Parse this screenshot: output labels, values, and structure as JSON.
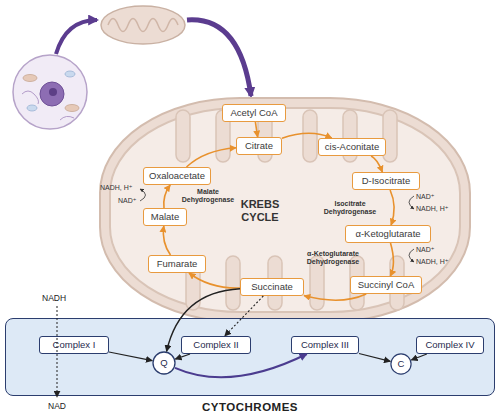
{
  "diagram": {
    "nodes": [
      {
        "text": [
          "KREBS CYCLE"
        ]
      },
      {
        "text": [
          "Acetyl CoA"
        ],
        "in": 0
      },
      {
        "text": [
          "Citrate"
        ],
        "in": 0
      },
      {
        "text": [
          "cis-Aconitate"
        ],
        "in": 0
      },
      {
        "text": [
          "D-Isocitrate"
        ],
        "in": 0
      },
      {
        "text": [
          "Oxaloacetate"
        ],
        "in": 0
      },
      {
        "text": [
          "Malate"
        ],
        "in": 0
      },
      {
        "text": [
          "α-Ketoglutarate"
        ],
        "in": 0
      },
      {
        "text": [
          "Fumarate"
        ],
        "in": 0
      },
      {
        "text": [
          "Succinyl CoA"
        ],
        "in": 0
      },
      {
        "text": [
          "Succinate"
        ],
        "in": 0
      },
      {
        "text": [
          "CYTOCHROMES"
        ]
      },
      {
        "text": [
          "Complex I"
        ],
        "in": 11
      },
      {
        "text": [
          "Q"
        ],
        "in": 11
      },
      {
        "text": [
          "Complex II"
        ],
        "in": 11
      },
      {
        "text": [
          "Complex III"
        ],
        "in": 11
      },
      {
        "text": [
          "C"
        ],
        "in": 11
      },
      {
        "text": [
          "Complex IV"
        ],
        "in": 11
      }
    ],
    "edges": [
      {
        "from": 1,
        "to": 2,
        "arrow": "to"
      },
      {
        "from": 2,
        "to": 3,
        "arrow": "to"
      },
      {
        "from": 3,
        "to": 4,
        "arrow": "to"
      },
      {
        "from": 4,
        "to": 7,
        "arrow": "to"
      },
      {
        "from": 7,
        "to": 9,
        "arrow": "to"
      },
      {
        "from": 9,
        "to": 10,
        "arrow": "to"
      },
      {
        "from": 10,
        "to": 8,
        "arrow": "to"
      },
      {
        "from": 8,
        "to": 6,
        "arrow": "to"
      },
      {
        "from": 6,
        "to": 5,
        "arrow": "to"
      },
      {
        "from": 5,
        "to": 2,
        "arrow": "to"
      },
      {
        "from": 10,
        "to": 13,
        "arrow": "to"
      },
      {
        "from": 10,
        "to": 14,
        "arrow": "to"
      },
      {
        "from": 12,
        "to": 13,
        "arrow": "to"
      },
      {
        "from": 14,
        "to": 13,
        "arrow": "to"
      },
      {
        "from": 13,
        "to": 15,
        "arrow": "to"
      },
      {
        "from": 15,
        "to": 16,
        "arrow": "to"
      },
      {
        "from": 17,
        "to": 16,
        "arrow": "to"
      }
    ],
    "labels": [
      "NADH, H⁺",
      "NAD⁺",
      "Malate Dehydrogenase",
      "Isocitrate Dehydrogenase",
      "NAD⁺",
      "NADH, H⁺",
      "α-Ketoglutarate Dehydrogenase",
      "NAD⁺",
      "NADH, H⁺",
      "NADH",
      "NAD"
    ]
  }
}
